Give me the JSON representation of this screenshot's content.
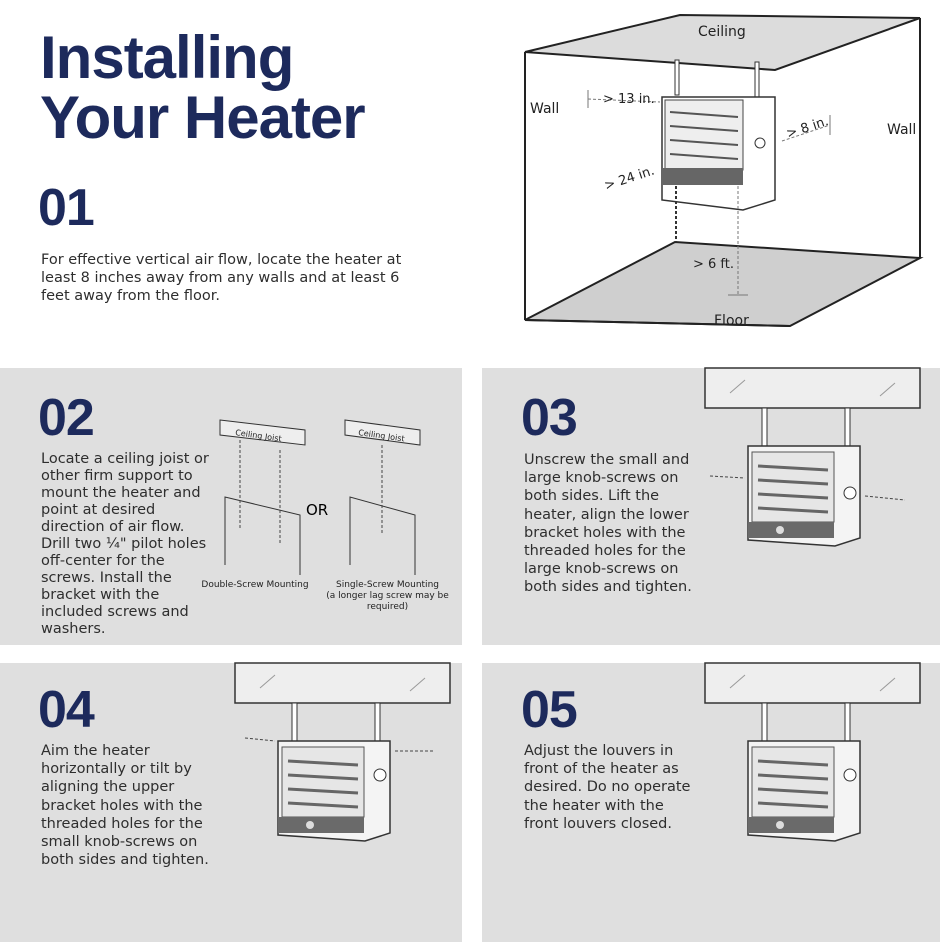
{
  "header": {
    "title_line1": "Installing",
    "title_line2": "Your Heater"
  },
  "step01": {
    "number": "01",
    "text": "For effective vertical air flow, locate the heater at least 8 inches away from any walls and at least 6 feet away from the floor.",
    "diagram": {
      "ceiling": "Ceiling",
      "wall_left": "Wall",
      "wall_right": "Wall",
      "floor": "Floor",
      "dist_side": "> 13 in.",
      "dist_wall": "> 8 in.",
      "dist_below": "> 24 in.",
      "dist_floor": "> 6 ft."
    }
  },
  "step02": {
    "number": "02",
    "text": "Locate a ceiling joist or other firm support to mount the heater and point at desired direction of air flow. Drill two ¼\" pilot holes off-center for the screws. Install the bracket with the included screws and washers.",
    "joist_label": "Ceiling Joist",
    "or_label": "OR",
    "double_caption": "Double-Screw Mounting",
    "single_caption": "Single-Screw Mounting",
    "single_note": "(a longer lag screw may be required)"
  },
  "step03": {
    "number": "03",
    "text": "Unscrew the small and large knob-screws on both sides. Lift the heater, align the lower bracket holes with the threaded holes for the large knob-screws on both sides and tighten."
  },
  "step04": {
    "number": "04",
    "text": "Aim the heater horizontally or tilt by aligning the upper bracket holes with the threaded holes for the small knob-screws on both sides and tighten."
  },
  "step05": {
    "number": "05",
    "text": "Adjust the louvers in front of the heater as desired. Do no operate the heater with the front louvers closed."
  },
  "colors": {
    "title": "#1d2a5c",
    "panel": "#dfdfdf"
  }
}
